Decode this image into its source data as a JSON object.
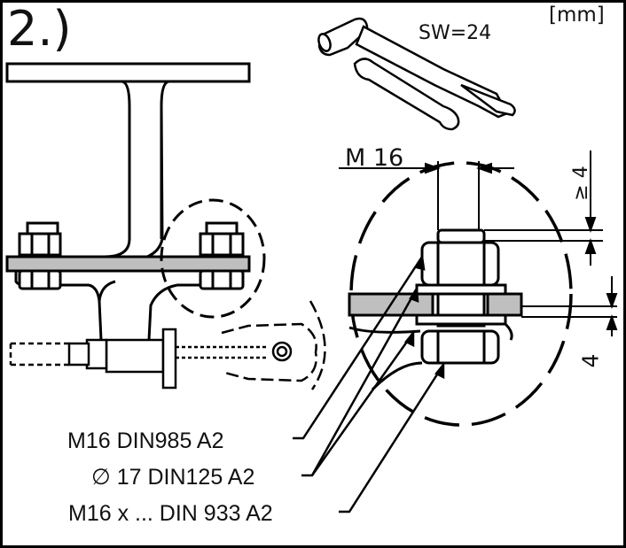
{
  "step": "2.)",
  "unit": "[mm]",
  "wrench_size": "SW=24",
  "thread_label": "M  16",
  "dim_top": "≥ 4",
  "dim_bottom": "4",
  "parts": {
    "lock_nut": "M16 DIN985 A2",
    "washer": "∅ 17 DIN125 A2",
    "bolt": "M16 x ... DIN 933 A2"
  }
}
